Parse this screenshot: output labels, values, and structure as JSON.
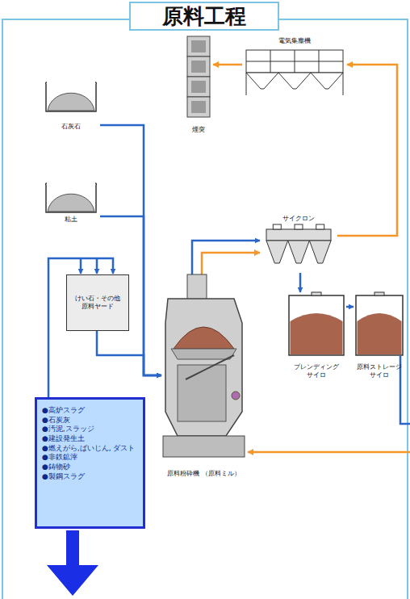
{
  "diagram": {
    "title": "原料工程",
    "nodes": [
      {
        "text": [
          "石灰石"
        ]
      },
      {
        "text": [
          "粘土"
        ]
      },
      {
        "text": [
          "けい石・その他 原料ヤード"
        ]
      },
      {
        "text": [
          "●高炉スラグ",
          "●石炭灰",
          "●汚泥,スラッジ",
          "●建設発生土",
          "●燃えがら,ばいじん, ダスト",
          "●非鉄鉱滓",
          "●鋳物砂",
          "●製鋼スラグ"
        ]
      },
      {
        "text": [
          "煙突"
        ]
      },
      {
        "text": [
          "電気集塵機"
        ]
      },
      {
        "text": [
          "サイクロン"
        ]
      },
      {
        "text": [
          "ブレンディング サイロ"
        ]
      },
      {
        "text": [
          "原料ストレージ サイロ"
        ]
      },
      {
        "text": [
          "原料粉砕機 （原料ミル）"
        ]
      }
    ],
    "edges": [
      {
        "from": 0,
        "to": 9,
        "arrow": "to"
      },
      {
        "from": 1,
        "to": 9,
        "arrow": "to"
      },
      {
        "from": 2,
        "to": 9,
        "arrow": "to"
      },
      {
        "from": 3,
        "to": 2,
        "arrow": "to"
      },
      {
        "from": 9,
        "to": 6,
        "arrow": "to"
      },
      {
        "from": 9,
        "to": 6,
        "arrow": "to"
      },
      {
        "from": 6,
        "to": 5,
        "arrow": "to"
      },
      {
        "from": 5,
        "to": 4,
        "arrow": "to"
      },
      {
        "from": 6,
        "to": 7,
        "arrow": "to"
      },
      {
        "from": 7,
        "to": 8,
        "arrow": "to"
      }
    ]
  }
}
